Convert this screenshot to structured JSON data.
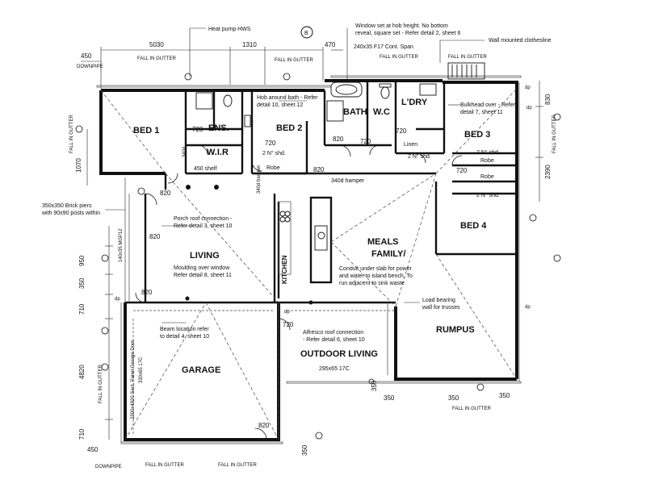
{
  "rooms": {
    "bed1": "BED 1",
    "ens": "ENS.",
    "wir": "W.I.R",
    "bed2": "BED 2",
    "bath": "BATH",
    "wc": "W.C",
    "ldry": "L'DRY",
    "bed3": "BED 3",
    "bed4": "BED 4",
    "living": "LIVING",
    "meals": "MEALS",
    "family": "FAMILY/",
    "kitchen": "KITCHEN",
    "garage": "GARAGE",
    "outdoor": "OUTDOOR LIVING",
    "rumpus": "RUMPUS",
    "linen": "Linen"
  },
  "notes": {
    "heat_pump": "Heat pump HWS",
    "window1": "Window set at hob height. No bottom",
    "window2": "reveal, square set - Refer detail 2, sheet 6",
    "beam_f17": "240x35 F17 Cont. Span",
    "clothesline": "Wall mounted clothesline",
    "hob1": "Hob around bath - Refer",
    "hob2": "detail 10, sheet 12",
    "bulk1": "Bulkhead over - Refer",
    "bulk2": "detail 7, sheet 11",
    "piers1": "350x350 Brick piers",
    "piers2": "with 90x90 posts within",
    "porch1": "Porch roof connection -",
    "porch2": "Refer detail 3, sheet 10",
    "mould1": "Moulding over window",
    "mould2": "Refer detail 8, sheet 11",
    "conduit1": "Conduit under slab for power",
    "conduit2": "and water to island bench. To",
    "conduit3": "run adjacent to sink waste",
    "load1": "Load bearing",
    "load2": "wall for trusses",
    "beamloc1": "Beam location refer",
    "beamloc2": "to detail 4, sheet 10",
    "alfresco1": "Alfresco roof connection",
    "alfresco2": "- Refer detail 6, sheet 10",
    "beam295": "295x65 17C",
    "hamper": "340d hamper",
    "hamper_v": "340d hamper",
    "shelf": "450 shelf",
    "robe1": "Robe",
    "robe2": "Robe",
    "robe3": "Robe",
    "shd1": "2 N° shd.",
    "shd2": "2 N° shd.",
    "shd3": "2 N° shd.",
    "shd4": "2 N° shd.",
    "beam_v1": "330x65 17C",
    "beam_v2": "140x35 MGP12",
    "garage_door": "2300x4820 Sect. Panel Garage Door",
    "fall1": "FALL IN GUTTER",
    "fall2": "FALL IN GUTTER",
    "fall3": "FALL IN GUTTER",
    "fall4": "FALL IN GUTTER",
    "fall5": "FALL IN GUTTER",
    "fall6": "FALL IN GUTTER",
    "fall7": "FALL IN GUTTER",
    "fall8": "FALL IN GUTTER",
    "fall9": "FALL IN GUTTER",
    "fall10": "FALL IN GUTTER",
    "downpipe1": "DOWNPIPE",
    "downpipe2": "DOWNPIPE",
    "section": "B"
  },
  "dims": {
    "d5030": "5030",
    "d1310": "1310",
    "d470": "470",
    "d450a": "450",
    "d450b": "450",
    "d830": "830",
    "d2390": "2390",
    "d1070": "1070",
    "d950": "950",
    "d350a": "350",
    "d710a": "710",
    "d4820": "4820",
    "d710b": "710",
    "d350b": "350",
    "d350c": "350",
    "d350d": "350",
    "d350e": "350",
    "d350f": "350",
    "door720a": "720",
    "door720b": "720",
    "door720c": "720",
    "door720d": "720",
    "door720e": "720",
    "door820a": "820",
    "door820b": "820",
    "door820c": "820",
    "door820d": "820",
    "door820e": "820",
    "door820f": "820",
    "door340": "340d",
    "door720f": "720",
    "dp1": "dp",
    "dp2": "dp",
    "dp3": "dp",
    "dp4": "dp",
    "dp5": "dp"
  }
}
